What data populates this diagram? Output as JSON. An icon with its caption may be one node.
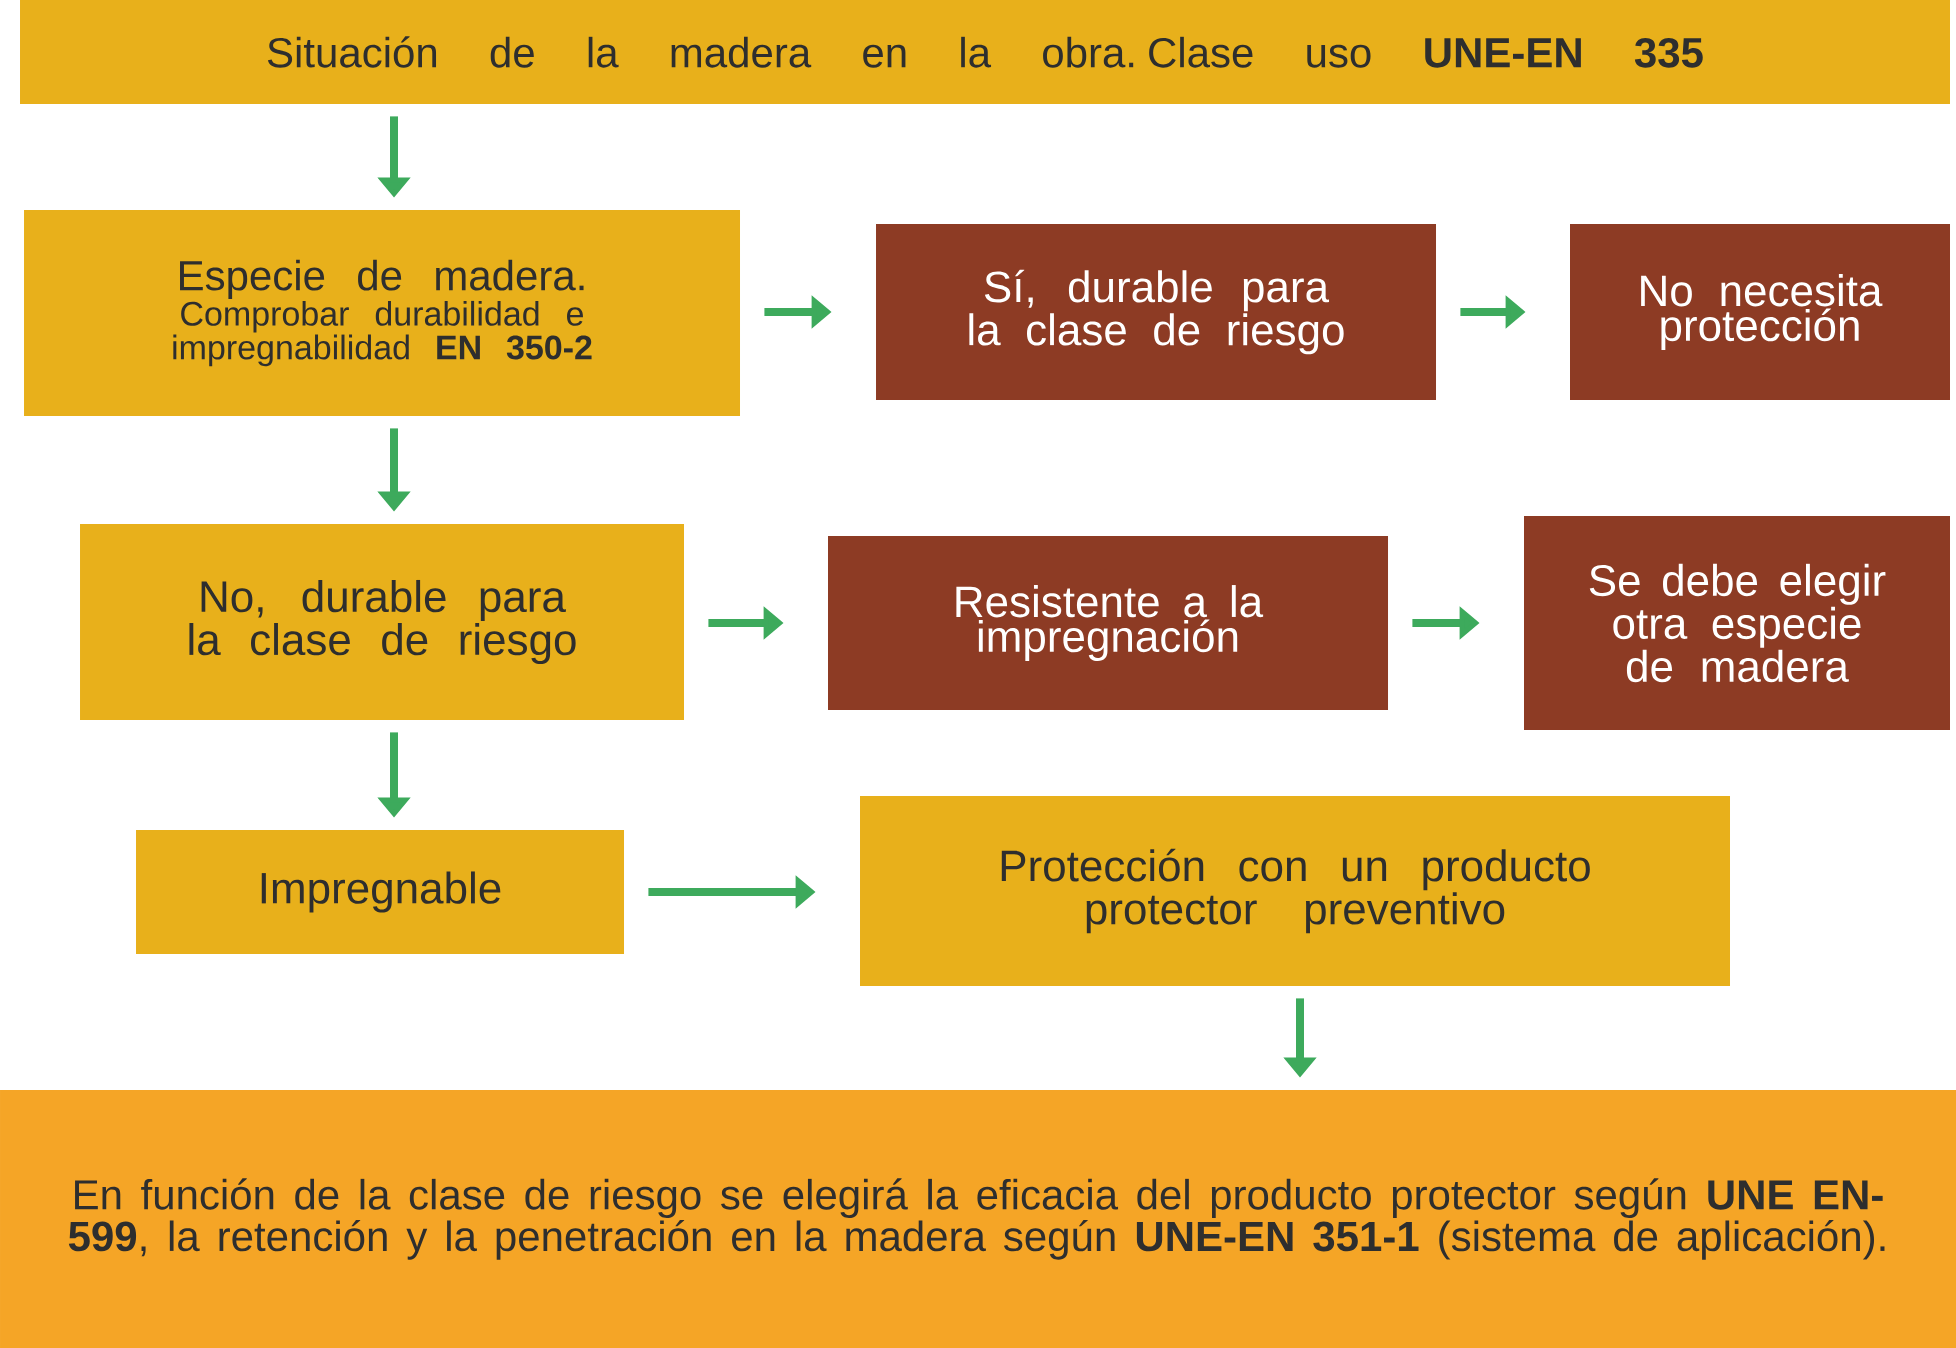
{
  "diagram": {
    "nodes": [
      {
        "text": [
          "Situación de la madera en la obra. Clase uso **UNE-EN 335**"
        ]
      },
      {
        "text": [
          "Especie de madera.",
          "Comprobar durabilidad e impregnabilidad **EN 350-2**"
        ]
      },
      {
        "text": [
          "Sí, durable para la clase de riesgo"
        ]
      },
      {
        "text": [
          "No necesita protección"
        ]
      },
      {
        "text": [
          "No, durable para la clase de riesgo"
        ]
      },
      {
        "text": [
          "Resistente a la impregnación"
        ]
      },
      {
        "text": [
          "Se debe elegir otra especie de madera"
        ]
      },
      {
        "text": [
          "Impregnable"
        ]
      },
      {
        "text": [
          "Protección con un producto protector preventivo"
        ]
      },
      {
        "text": [
          "En función de la clase de riesgo se elegirá la eficacia del producto protector según **UNE EN-599**, la retención y la penetración en la madera según **UNE-EN 351-1** (sistema de aplicación)."
        ]
      }
    ],
    "edges": [
      {
        "from": 0,
        "to": 1,
        "arrow": "to"
      },
      {
        "from": 1,
        "to": 2,
        "arrow": "to"
      },
      {
        "from": 2,
        "to": 3,
        "arrow": "to"
      },
      {
        "from": 1,
        "to": 4,
        "arrow": "to"
      },
      {
        "from": 4,
        "to": 5,
        "arrow": "to"
      },
      {
        "from": 5,
        "to": 6,
        "arrow": "to"
      },
      {
        "from": 4,
        "to": 7,
        "arrow": "to"
      },
      {
        "from": 7,
        "to": 8,
        "arrow": "to"
      },
      {
        "from": 8,
        "to": 9,
        "arrow": "to"
      }
    ]
  }
}
